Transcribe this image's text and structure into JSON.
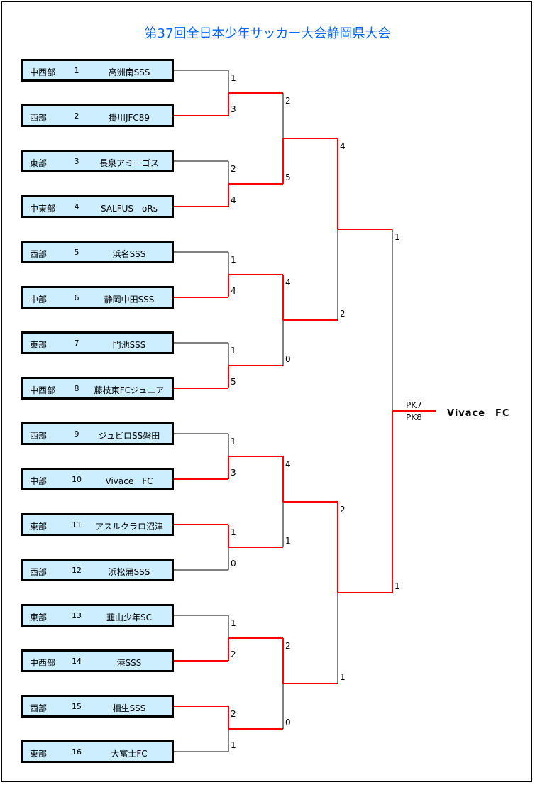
{
  "title": "第37回全日本少年サッカー大会静岡県大会",
  "colors": {
    "title": "#0066ff",
    "winner_path": "#ff0000",
    "loser_path": "#000000",
    "team_box": "#cceeff"
  },
  "teams": [
    {
      "region": "中西部",
      "seed": "1",
      "name": "高洲南SSS"
    },
    {
      "region": "西部",
      "seed": "2",
      "name": "掛川JFC89"
    },
    {
      "region": "東部",
      "seed": "3",
      "name": "長泉アミーゴス"
    },
    {
      "region": "中東部",
      "seed": "4",
      "name": "SALFUS　oRs"
    },
    {
      "region": "西部",
      "seed": "5",
      "name": "浜名SSS"
    },
    {
      "region": "中部",
      "seed": "6",
      "name": "静岡中田SSS"
    },
    {
      "region": "東部",
      "seed": "7",
      "name": "門池SSS"
    },
    {
      "region": "中西部",
      "seed": "8",
      "name": "藤枝東FCジュニア"
    },
    {
      "region": "西部",
      "seed": "9",
      "name": "ジュビロSS磐田"
    },
    {
      "region": "中部",
      "seed": "10",
      "name": "Vivace　FC"
    },
    {
      "region": "東部",
      "seed": "11",
      "name": "アスルクラロ沼津"
    },
    {
      "region": "西部",
      "seed": "12",
      "name": "浜松蒲SSS"
    },
    {
      "region": "東部",
      "seed": "13",
      "name": "韮山少年SC"
    },
    {
      "region": "中西部",
      "seed": "14",
      "name": "港SSS"
    },
    {
      "region": "西部",
      "seed": "15",
      "name": "相生SSS"
    },
    {
      "region": "東部",
      "seed": "16",
      "name": "大富士FC"
    }
  ],
  "rounds": [
    {
      "name": "round1",
      "matches": [
        {
          "scores": [
            "1",
            "3"
          ],
          "winner": 1
        },
        {
          "scores": [
            "2",
            "4"
          ],
          "winner": 1
        },
        {
          "scores": [
            "1",
            "4"
          ],
          "winner": 1
        },
        {
          "scores": [
            "1",
            "5"
          ],
          "winner": 1
        },
        {
          "scores": [
            "1",
            "3"
          ],
          "winner": 1
        },
        {
          "scores": [
            "1",
            "0"
          ],
          "winner": 0
        },
        {
          "scores": [
            "1",
            "2"
          ],
          "winner": 1
        },
        {
          "scores": [
            "2",
            "1"
          ],
          "winner": 0
        }
      ]
    },
    {
      "name": "round2",
      "matches": [
        {
          "scores": [
            "2",
            "5"
          ],
          "winner": 1
        },
        {
          "scores": [
            "4",
            "0"
          ],
          "winner": 0
        },
        {
          "scores": [
            "4",
            "1"
          ],
          "winner": 0
        },
        {
          "scores": [
            "2",
            "0"
          ],
          "winner": 0
        }
      ]
    },
    {
      "name": "semifinal",
      "matches": [
        {
          "scores": [
            "4",
            "2"
          ],
          "winner": 0
        },
        {
          "scores": [
            "2",
            "1"
          ],
          "winner": 0
        }
      ]
    },
    {
      "name": "final",
      "matches": [
        {
          "scores": [
            "1",
            "1"
          ],
          "winner": 1,
          "pk": [
            "PK7",
            "PK8"
          ]
        }
      ]
    }
  ],
  "champion": "Vivace　FC"
}
